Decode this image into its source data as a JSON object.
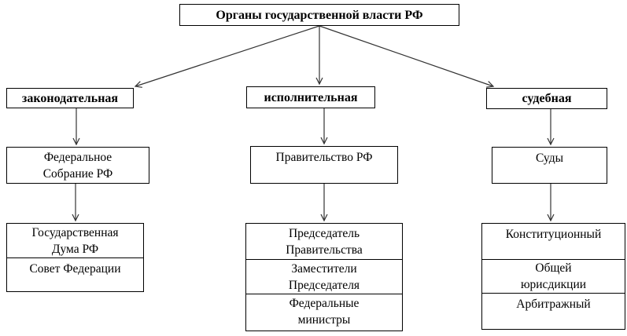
{
  "title": "Органы государственной власти РФ",
  "colors": {
    "background": "#ffffff",
    "box_border": "#000000",
    "arrow": "#333333",
    "text": "#000000"
  },
  "columns": [
    {
      "branch": "законодательная",
      "organ": [
        "Федеральное",
        "Собрание РФ"
      ],
      "members": [
        [
          "Государственная",
          "Дума РФ"
        ],
        [
          "Совет Федерации"
        ]
      ]
    },
    {
      "branch": "исполнительная",
      "organ": [
        "Правительство РФ"
      ],
      "members": [
        [
          "Председатель",
          "Правительства"
        ],
        [
          "Заместители",
          "Председателя"
        ],
        [
          "Федеральные",
          "министры"
        ]
      ]
    },
    {
      "branch": "судебная",
      "organ": [
        "Суды"
      ],
      "members": [
        [
          "Конституционный"
        ],
        [
          "Общей",
          "юрисдикции"
        ],
        [
          "Арбитражный"
        ]
      ]
    }
  ]
}
